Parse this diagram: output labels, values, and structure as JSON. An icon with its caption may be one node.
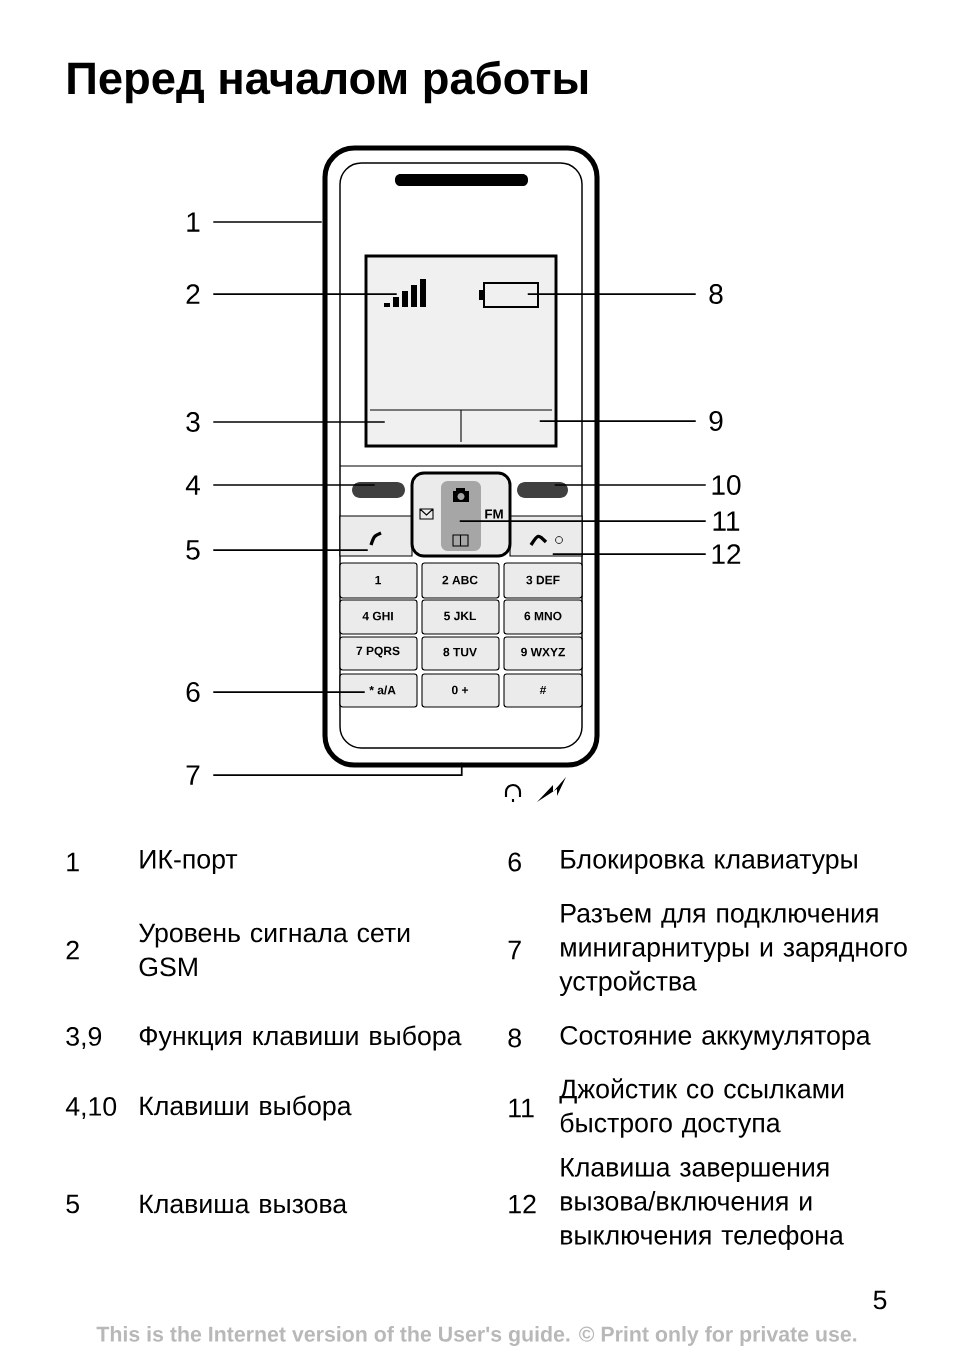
{
  "diagram": {
    "title": "Перед началом работы",
    "nodes": [
      {
        "text": [
          "1"
        ]
      },
      {
        "text": [
          "2"
        ]
      },
      {
        "text": [
          "3"
        ]
      },
      {
        "text": [
          "4"
        ]
      },
      {
        "text": [
          "5"
        ]
      },
      {
        "text": [
          "6"
        ]
      },
      {
        "text": [
          "7"
        ]
      },
      {
        "text": [
          "8"
        ]
      },
      {
        "text": [
          "9"
        ]
      },
      {
        "text": [
          "10"
        ]
      },
      {
        "text": [
          "11"
        ]
      },
      {
        "text": [
          "12"
        ]
      },
      {
        "text": [],
        "shape": "picture"
      }
    ],
    "edges": [
      {
        "from": 0,
        "to": 12,
        "arrow": "none"
      },
      {
        "from": 1,
        "to": 12,
        "arrow": "none"
      },
      {
        "from": 2,
        "to": 12,
        "arrow": "none"
      },
      {
        "from": 3,
        "to": 12,
        "arrow": "none"
      },
      {
        "from": 4,
        "to": 12,
        "arrow": "none"
      },
      {
        "from": 5,
        "to": 12,
        "arrow": "none"
      },
      {
        "from": 6,
        "to": 12,
        "arrow": "none"
      },
      {
        "from": 7,
        "to": 12,
        "arrow": "none"
      },
      {
        "from": 8,
        "to": 12,
        "arrow": "none"
      },
      {
        "from": 9,
        "to": 12,
        "arrow": "none"
      },
      {
        "from": 10,
        "to": 12,
        "arrow": "none"
      },
      {
        "from": 11,
        "to": 12,
        "arrow": "none"
      }
    ],
    "labels": [
      "1",
      "2 ABC",
      "3 DEF",
      "4 GHI",
      "5 JKL",
      "6 MNO",
      "7 PQRS",
      "8 TUV",
      "9 WXYZ",
      "* a/A",
      "0 +",
      "#",
      "FM",
      "1",
      "ИК-порт",
      "6",
      "Блокировка клавиатуры",
      "2",
      "Уровень сигнала сети GSM",
      "7",
      "Разъем для подключения минигарнитуры и зарядного устройства",
      "3,9",
      "Функция клавиши выбора",
      "8",
      "Состояние аккумулятора",
      "4,10",
      "Клавиши выбора",
      "11",
      "Джойстик со ссылками быстрого доступа",
      "5",
      "Клавиша вызова",
      "12",
      "Клавиша завершения вызова/включения и выключения телефона",
      "5",
      "This is the Internet version of the User's guide. © Print only for private use."
    ]
  }
}
